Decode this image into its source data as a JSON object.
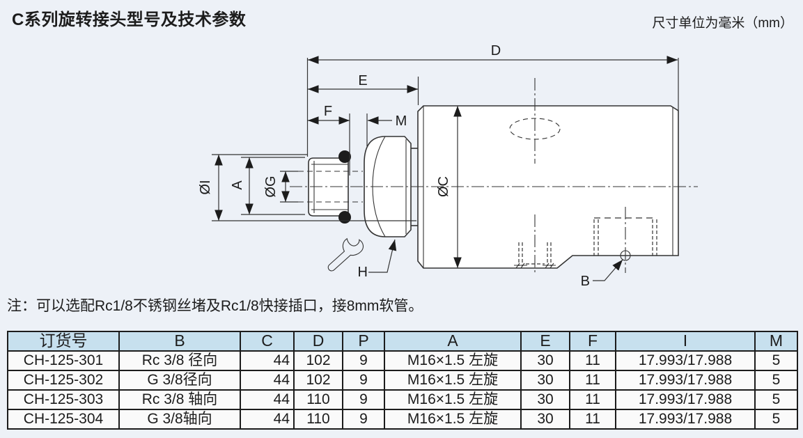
{
  "header": {
    "title": "C系列旋转接头型号及技术参数",
    "unit_note": "尺寸单位为毫米（mm）"
  },
  "note": {
    "text": "注：可以选配Rc1/8不锈钢丝堵及Rc1/8快接插口，接8mm软管。"
  },
  "diagram": {
    "labels": {
      "d": "D",
      "e": "E",
      "f": "F",
      "m": "M",
      "dia_i": "ØI",
      "a": "A",
      "dia_g": "ØG",
      "dia_c": "ØC",
      "h": "H",
      "b": "B"
    }
  },
  "table": {
    "columns": [
      "订货号",
      "B",
      "C",
      "D",
      "P",
      "A",
      "E",
      "F",
      "I",
      "M"
    ],
    "rows": [
      [
        "CH-125-301",
        "Rc 3/8 径向",
        "44",
        "102",
        "9",
        "M16×1.5 左旋",
        "30",
        "11",
        "17.993/17.988",
        "5"
      ],
      [
        "CH-125-302",
        "G 3/8径向",
        "44",
        "102",
        "9",
        "M16×1.5 左旋",
        "30",
        "11",
        "17.993/17.988",
        "5"
      ],
      [
        "CH-125-303",
        "Rc 3/8 轴向",
        "44",
        "110",
        "9",
        "M16×1.5 左旋",
        "30",
        "11",
        "17.993/17.988",
        "5"
      ],
      [
        "CH-125-304",
        "G 3/8轴向",
        "44",
        "110",
        "9",
        "M16×1.5 左旋",
        "30",
        "11",
        "17.993/17.988",
        "5"
      ]
    ]
  },
  "colors": {
    "page_bg": "#edf1f7",
    "paper": "#ffffff",
    "ink": "#1c1c1c",
    "line": "#333333",
    "table_header_bg": "#c7e0ee",
    "row_bg": "#fafafa"
  }
}
